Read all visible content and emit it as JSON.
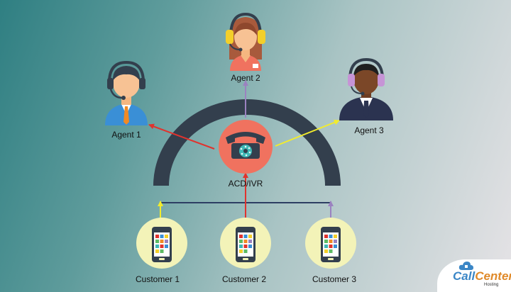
{
  "hub": {
    "label": "ACD/IVR",
    "icon": "telephone-icon",
    "circle_color": "#f0725f",
    "arc_color": "#333f4d"
  },
  "agents": [
    {
      "label": "Agent 1",
      "icon": "agent-male-headset-icon",
      "arrow_color": "#e0332e"
    },
    {
      "label": "Agent 2",
      "icon": "agent-female-headset-icon",
      "arrow_color": "#9b82c0"
    },
    {
      "label": "Agent 3",
      "icon": "agent-dark-skin-headset-icon",
      "arrow_color": "#f2ec2c"
    }
  ],
  "customers": [
    {
      "label": "Customer 1",
      "icon": "smartphone-icon",
      "arrow_color": "#f2ec2c"
    },
    {
      "label": "Customer 2",
      "icon": "smartphone-icon",
      "arrow_color": "#e0332e"
    },
    {
      "label": "Customer 3",
      "icon": "smartphone-icon",
      "arrow_color": "#9b82c0"
    }
  ],
  "bus_line_color": "#2d3e63",
  "customer_circle_color": "#f3f3b8",
  "logo": {
    "part1": "Call",
    "part2": "Center",
    "sub": "Hosting"
  }
}
